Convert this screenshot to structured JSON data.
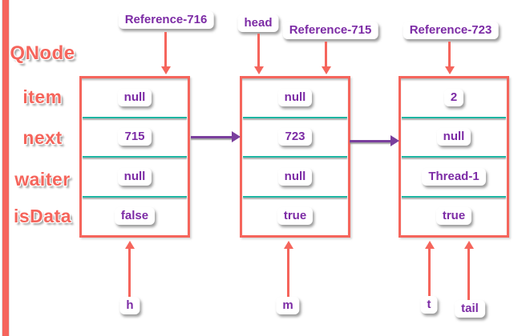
{
  "colors": {
    "accent_red": "#f5655c",
    "separator_teal": "#1fb5a2",
    "value_purple": "#7c2ba5",
    "next_arrow_purple": "#7a3f9d",
    "background": "#ffffff"
  },
  "left_panel": {
    "class_label": "QNode",
    "fields": [
      "item",
      "next",
      "waiter",
      "isData"
    ]
  },
  "top_pointers": [
    {
      "label": "Reference-716"
    },
    {
      "label": "head"
    },
    {
      "label": "Reference-715"
    },
    {
      "label": "Reference-723"
    }
  ],
  "nodes": [
    {
      "item": "null",
      "next": "715",
      "waiter": "null",
      "isData": "false"
    },
    {
      "item": "null",
      "next": "723",
      "waiter": "null",
      "isData": "true"
    },
    {
      "item": "2",
      "next": "null",
      "waiter": "Thread-1",
      "isData": "true"
    }
  ],
  "bottom_pointers": [
    {
      "label": "h"
    },
    {
      "label": "m"
    },
    {
      "label": "t"
    },
    {
      "label": "tail"
    }
  ]
}
